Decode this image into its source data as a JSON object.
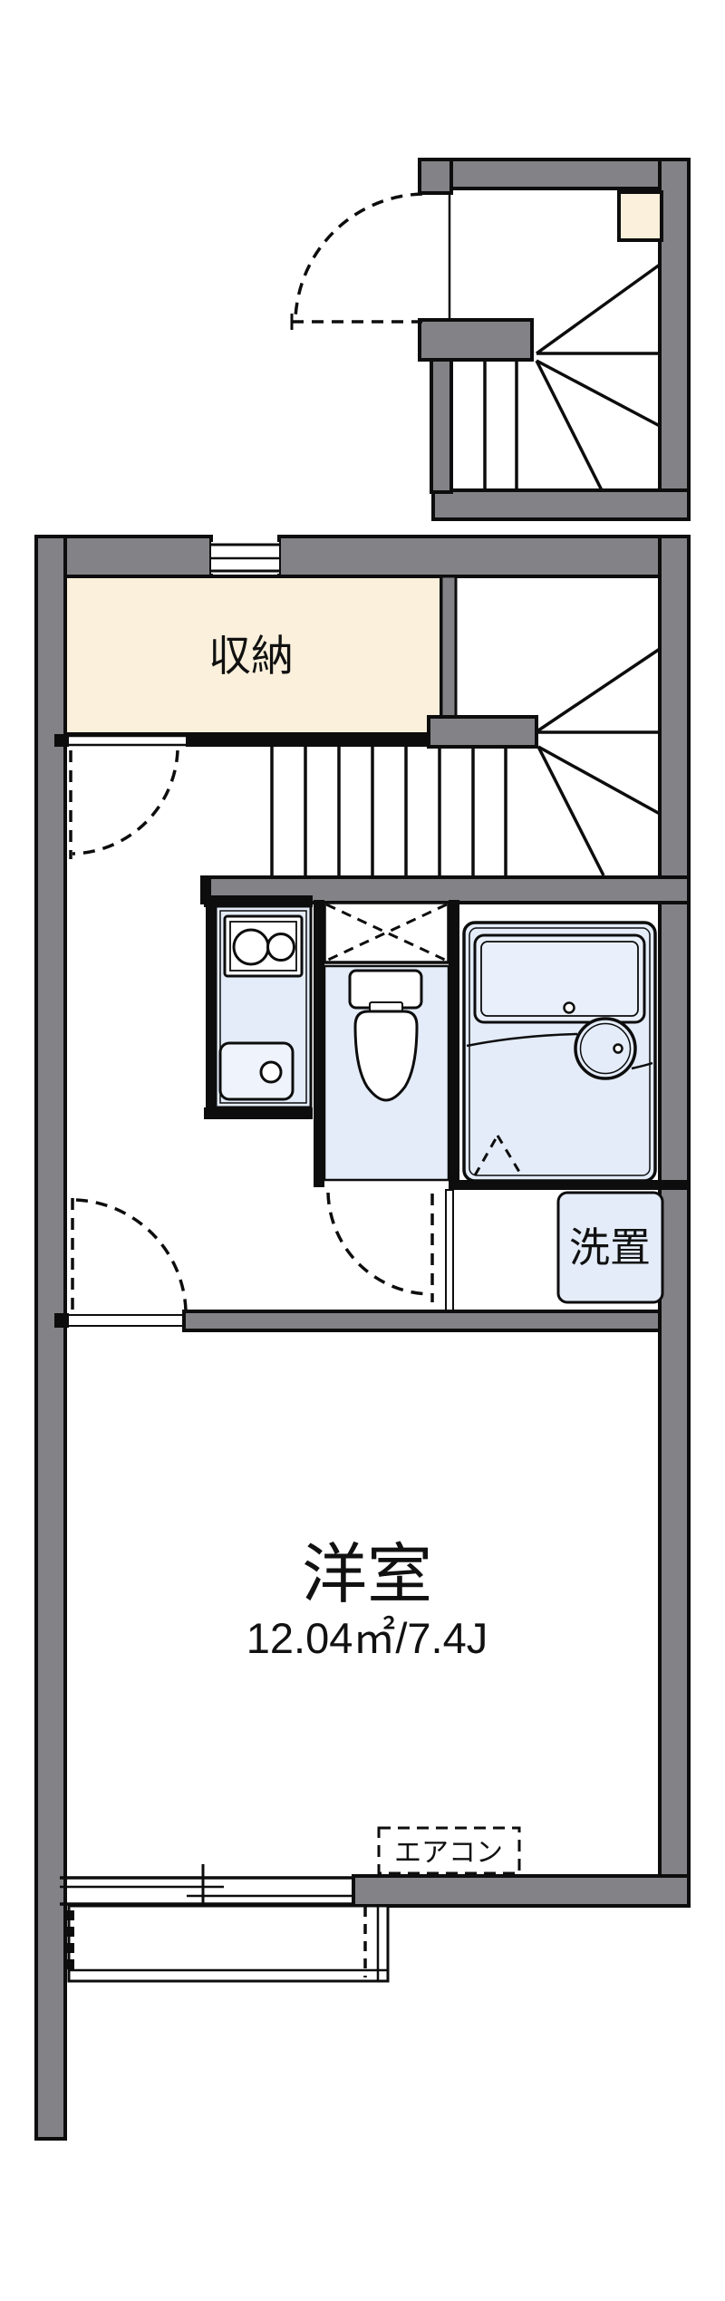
{
  "labels": {
    "storage": "収納",
    "washer": "洗置",
    "room_name": "洋室",
    "room_size": "12.04㎡/7.4J",
    "aircon": "エアコン"
  },
  "colors": {
    "wall_gray": "#828287",
    "storage_fill": "#FAF0DB",
    "fixture_fill": "#E4ECF9",
    "tub_fill": "#E9EFFB",
    "line_black": "#0d0d0d"
  }
}
